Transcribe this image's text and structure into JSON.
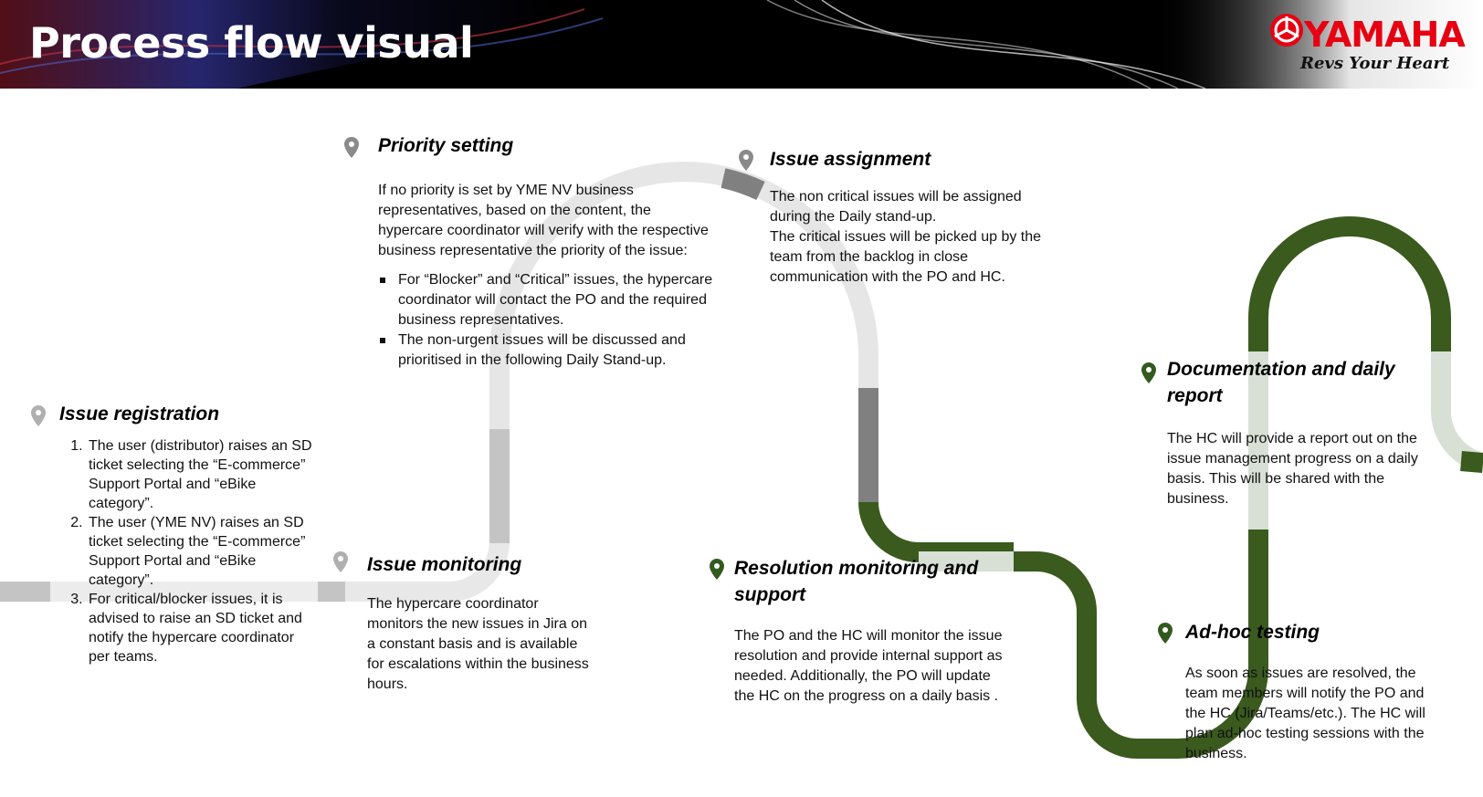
{
  "header": {
    "title": "Process flow visual",
    "logo_text": "YAMAHA",
    "logo_tagline": "Revs Your Heart",
    "icons": [
      "tuning-fork-emblem-icon"
    ]
  },
  "colors": {
    "road_light": "#e4e4e4",
    "road_mid": "#c4c4c4",
    "road_dark": "#808080",
    "road_green": "#3a5a1e",
    "road_pale_green": "#d8e0d6",
    "pin_gray": "#8a8a8a",
    "pin_green": "#335a1e",
    "brand_red": "#e60012"
  },
  "steps": {
    "issue_registration": {
      "title": "Issue registration",
      "items": [
        "The user (distributor) raises an SD ticket selecting the “E-commerce” Support Portal and “eBike category”.",
        "The user (YME NV) raises an SD ticket selecting the “E-commerce” Support Portal and “eBike category”.",
        "For critical/blocker issues, it is advised to raise an SD ticket and notify the hypercare coordinator per teams."
      ]
    },
    "priority_setting": {
      "title": "Priority setting",
      "intro": "If no priority is set by YME NV business representatives, based on the content, the hypercare coordinator will verify with the respective business representative the priority of the issue:",
      "bullets": [
        "For “Blocker” and “Critical” issues, the hypercare coordinator will contact the PO and the required business representatives.",
        "The non-urgent issues will be discussed and prioritised in the following Daily Stand-up."
      ]
    },
    "issue_monitoring": {
      "title": "Issue monitoring",
      "text": "The hypercare coordinator monitors the new issues in Jira on a constant basis and is available for escalations within the business hours."
    },
    "issue_assignment": {
      "title": "Issue assignment",
      "text1": "The non critical issues will be assigned during the Daily stand-up.",
      "text2": "The critical issues will be picked up by the team from the backlog in close communication with the PO and HC."
    },
    "resolution_monitoring": {
      "title": "Resolution monitoring and support",
      "text": "The PO and the HC will monitor the issue resolution and provide internal support as needed. Additionally, the PO will update the HC on the progress on a daily basis ."
    },
    "documentation": {
      "title": "Documentation and daily report",
      "text": "The HC will provide a report out on the issue management progress on a daily basis. This will be shared with the business."
    },
    "adhoc_testing": {
      "title": "Ad-hoc testing",
      "text": "As soon as issues are resolved, the team members will notify the PO and the HC (Jira/Teams/etc.). The HC will plan ad-hoc testing sessions with the business."
    }
  }
}
